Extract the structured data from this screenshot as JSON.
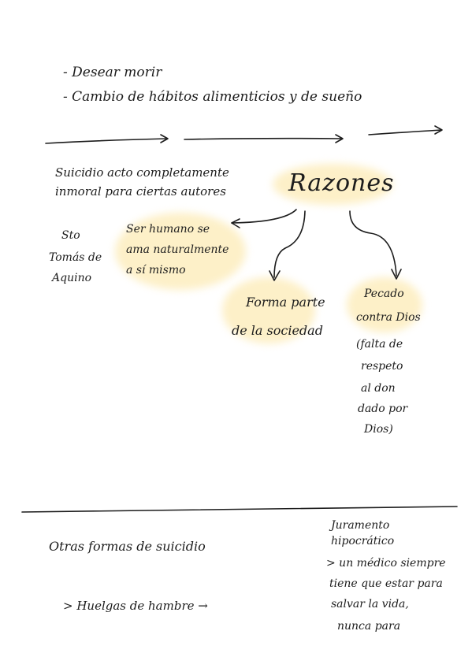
{
  "top_list": [
    "- Desear morir",
    "- Cambio de hábitos alimenticios y de sueño"
  ],
  "left_note": {
    "lines": [
      "Suicidio acto completamente",
      "inmoral para ciertas autores"
    ]
  },
  "author": {
    "lines": [
      "Sto",
      "Tomás de",
      "Aquino"
    ]
  },
  "center_title": "Razones",
  "reasons": {
    "r1": [
      "Ser humano se",
      "ama naturalmente",
      "a sí mismo"
    ],
    "r2": [
      "Forma parte",
      "de la sociedad"
    ],
    "r3": [
      "Pecado",
      "contra Dios"
    ],
    "r3_detail": [
      "(falta de",
      "respeto",
      "al don",
      "dado por",
      "Dios)"
    ]
  },
  "bottom": {
    "heading": "Otras formas de suicidio",
    "item": "> Huelgas de hambre →",
    "right_title": [
      "Juramento",
      "hipocrático"
    ],
    "right_text": [
      "> un médico siempre",
      "tiene que estar para",
      "salvar la vida,",
      "nunca para"
    ]
  },
  "colors": {
    "highlight": "#fdf0c8",
    "ink": "#1c1c1c"
  }
}
